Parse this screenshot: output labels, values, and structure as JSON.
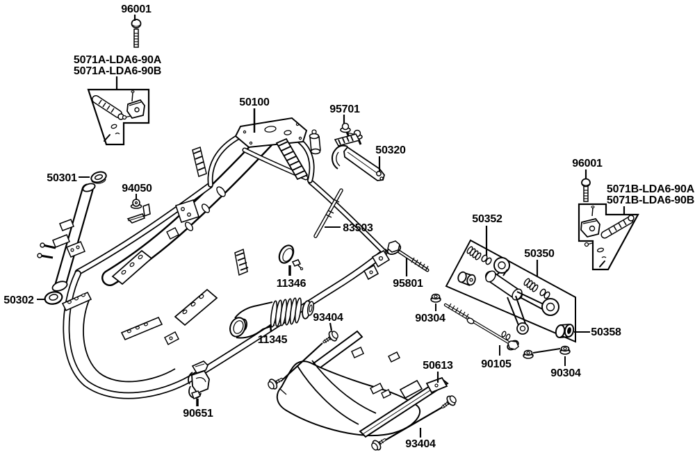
{
  "diagram": {
    "kind": "exploded-parts-diagram",
    "background_color": "#ffffff",
    "line_color": "#000000",
    "labels": [
      {
        "text": "96001"
      },
      {
        "text": "5071A-LDA6-90A"
      },
      {
        "text": "5071A-LDA6-90B"
      },
      {
        "text": "50100"
      },
      {
        "text": "95701"
      },
      {
        "text": "50320"
      },
      {
        "text": "96001"
      },
      {
        "text": "5071B-LDA6-90A"
      },
      {
        "text": "5071B-LDA6-90B"
      },
      {
        "text": "50301"
      },
      {
        "text": "94050"
      },
      {
        "text": "50302"
      },
      {
        "text": "83503"
      },
      {
        "text": "11346"
      },
      {
        "text": "11345"
      },
      {
        "text": "93404"
      },
      {
        "text": "95801"
      },
      {
        "text": "50352"
      },
      {
        "text": "50350"
      },
      {
        "text": "90304"
      },
      {
        "text": "90105"
      },
      {
        "text": "90304"
      },
      {
        "text": "50358"
      },
      {
        "text": "50613"
      },
      {
        "text": "93404"
      },
      {
        "text": "90651"
      }
    ]
  }
}
